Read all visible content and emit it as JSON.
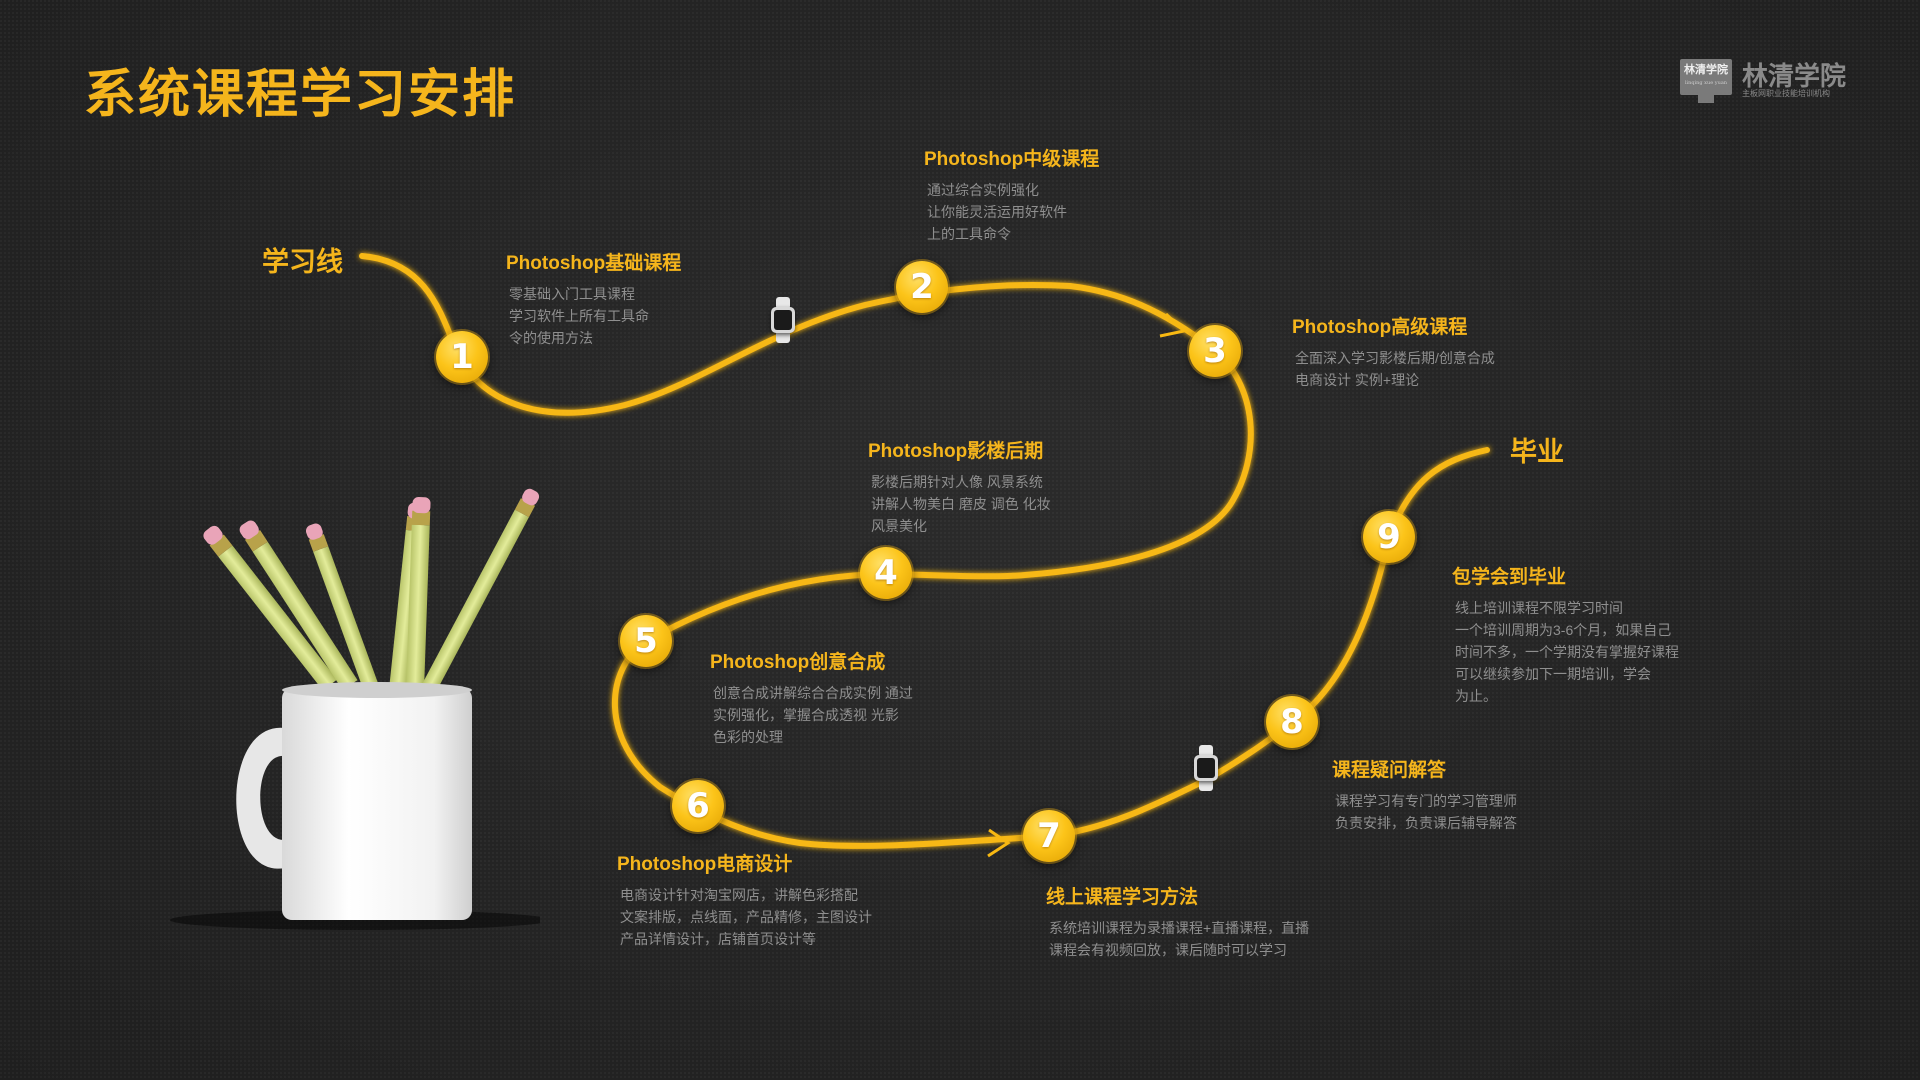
{
  "page": {
    "title": "系统课程学习安排",
    "accent_color": "#f5b51c",
    "background_color": "#262626"
  },
  "logo": {
    "mark_text": "林清学院",
    "mark_small_text": "linqing xue yuan",
    "name": "林清学院",
    "subtitle": "主板网职业技能培训机构"
  },
  "path": {
    "start_label": "学习线",
    "end_label": "毕业"
  },
  "steps": [
    {
      "number": "1",
      "title": "Photoshop基础课程",
      "lines": [
        "零基础入门工具课程",
        "学习软件上所有工具命",
        "令的使用方法"
      ]
    },
    {
      "number": "2",
      "title": "Photoshop中级课程",
      "lines": [
        "通过综合实例强化",
        "让你能灵活运用好软件",
        "上的工具命令"
      ]
    },
    {
      "number": "3",
      "title": "Photoshop高级课程",
      "lines": [
        "全面深入学习影楼后期/创意合成",
        "电商设计 实例+理论"
      ]
    },
    {
      "number": "4",
      "title": "Photoshop影楼后期",
      "lines": [
        "影楼后期针对人像 风景系统",
        "讲解人物美白 磨皮 调色 化妆",
        "风景美化"
      ]
    },
    {
      "number": "5",
      "title": "Photoshop创意合成",
      "lines": [
        "创意合成讲解综合合成实例 通过",
        "实例强化，掌握合成透视 光影",
        "色彩的处理"
      ]
    },
    {
      "number": "6",
      "title": "Photoshop电商设计",
      "lines": [
        "电商设计针对淘宝网店，讲解色彩搭配",
        "文案排版，点线面，产品精修，主图设计",
        "产品详情设计，店铺首页设计等"
      ]
    },
    {
      "number": "7",
      "title": "线上课程学习方法",
      "lines": [
        "系统培训课程为录播课程+直播课程，直播",
        "课程会有视频回放，课后随时可以学习"
      ]
    },
    {
      "number": "8",
      "title": "课程疑问解答",
      "lines": [
        "课程学习有专门的学习管理师",
        "负责安排，负责课后辅导解答"
      ]
    },
    {
      "number": "9",
      "title": "包学会到毕业",
      "lines": [
        "线上培训课程不限学习时间",
        "一个培训周期为3-6个月，如果自己",
        "时间不多，一个学期没有掌握好课程",
        "可以继续参加下一期培训，学会",
        "为止。"
      ]
    }
  ]
}
